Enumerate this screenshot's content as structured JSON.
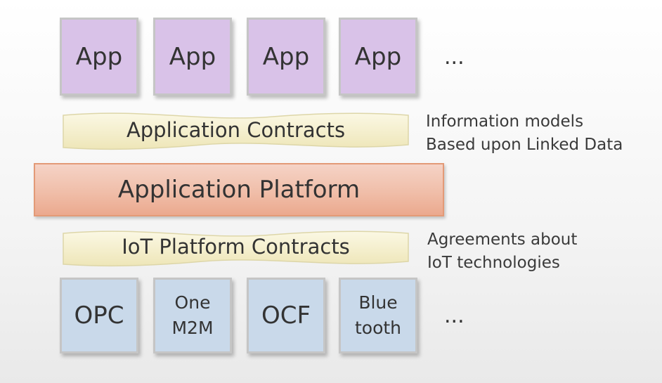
{
  "apps": [
    "App",
    "App",
    "App",
    "App"
  ],
  "apps_more": "...",
  "application_contracts": "Application Contracts",
  "application_contracts_note": [
    "Information models",
    "Based upon Linked Data"
  ],
  "application_platform": "Application Platform",
  "iot_platform_contracts": "IoT Platform Contracts",
  "iot_platform_contracts_note": [
    "Agreements about",
    "IoT technologies"
  ],
  "technologies": [
    {
      "line1": "OPC",
      "line2": ""
    },
    {
      "line1": "One",
      "line2": "M2M"
    },
    {
      "line1": "OCF",
      "line2": ""
    },
    {
      "line1": "Blue",
      "line2": "tooth"
    }
  ],
  "technologies_more": "...",
  "colors": {
    "app_fill": "#d9c2e8",
    "tech_fill": "#c9d9ea",
    "ribbon_fill": "#f5f1d2",
    "platform_fill": "#f0bea9"
  }
}
